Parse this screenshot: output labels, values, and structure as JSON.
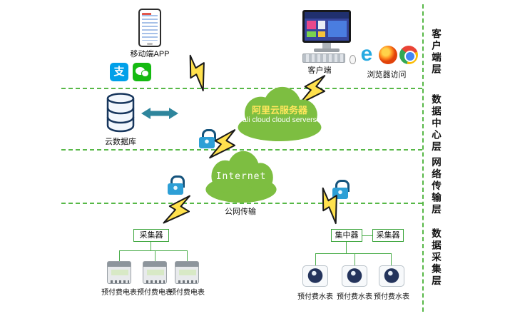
{
  "layer_labels": {
    "client": "客户端层",
    "data_center": "数据中心层",
    "network": "网络传输层",
    "acquisition": "数据采集层"
  },
  "client_layer": {
    "mobile_app_label": "移动端APP",
    "client_label": "客户端",
    "browser_access_label": "浏览器访问",
    "alipay_icon_glyph": "支",
    "ie_icon_glyph": "e"
  },
  "data_center_layer": {
    "cloud_db_label": "云数据库",
    "ali_cloud_title": "阿里云服务器",
    "ali_cloud_subtitle": "ali cloud  cloud servers"
  },
  "network_layer": {
    "internet_label": "Internet",
    "public_network_label": "公网传输"
  },
  "acquisition_layer": {
    "collector_left_label": "采集器",
    "concentrator_label": "集中器",
    "collector_right_label": "采集器",
    "electric_meter_labels": [
      "预付费电表",
      "预付费电表",
      "预付费电表"
    ],
    "water_meter_labels": [
      "预付费水表",
      "预付费水表",
      "预付费水表"
    ]
  },
  "colors": {
    "cloud_green": "#7dbe41",
    "divider_green": "#57b847",
    "lock_blue": "#2d9fd6",
    "lightning_yellow": "#ffe14d",
    "connector_green": "#4dae4d",
    "node_border_green": "#3ba53b",
    "alipay_blue": "#00a0e9",
    "wechat_green": "#15ba11",
    "ali_cloud_title_yellow": "#ffe75c"
  }
}
